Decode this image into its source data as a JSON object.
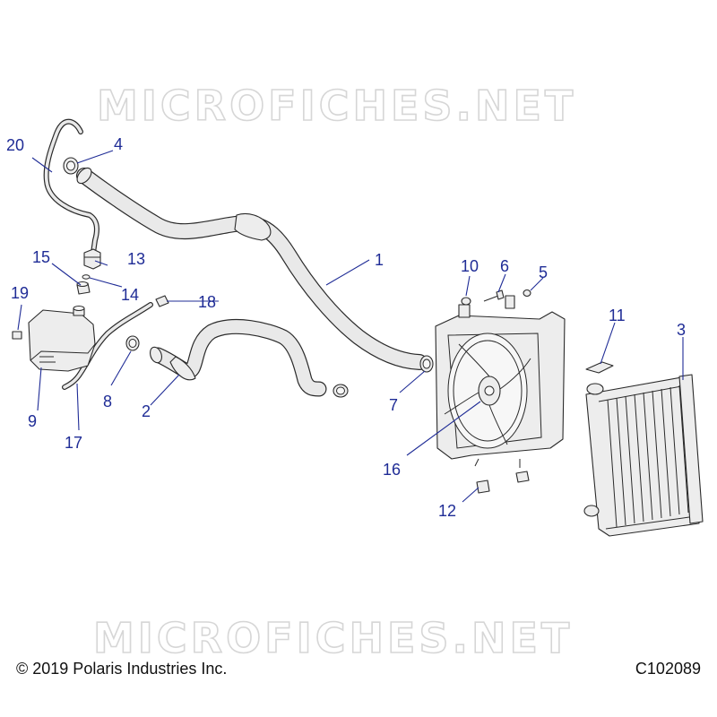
{
  "watermark_text": "MICROFICHES.NET",
  "callouts": [
    {
      "id": "1",
      "label": "1"
    },
    {
      "id": "2",
      "label": "2"
    },
    {
      "id": "3",
      "label": "3"
    },
    {
      "id": "4",
      "label": "4"
    },
    {
      "id": "5",
      "label": "5"
    },
    {
      "id": "6",
      "label": "6"
    },
    {
      "id": "7",
      "label": "7"
    },
    {
      "id": "8",
      "label": "8"
    },
    {
      "id": "9",
      "label": "9"
    },
    {
      "id": "10",
      "label": "10"
    },
    {
      "id": "11",
      "label": "11"
    },
    {
      "id": "12",
      "label": "12"
    },
    {
      "id": "13",
      "label": "13"
    },
    {
      "id": "14",
      "label": "14"
    },
    {
      "id": "15",
      "label": "15"
    },
    {
      "id": "16",
      "label": "16"
    },
    {
      "id": "17",
      "label": "17"
    },
    {
      "id": "18",
      "label": "18"
    },
    {
      "id": "19",
      "label": "19"
    },
    {
      "id": "20",
      "label": "20"
    }
  ],
  "footer": {
    "copyright": "© 2019 Polaris Industries Inc.",
    "code": "C102089"
  },
  "colors": {
    "callout": "#1f2c96",
    "line_art": "#2a2a2a",
    "watermark": "#d6d6d6"
  }
}
